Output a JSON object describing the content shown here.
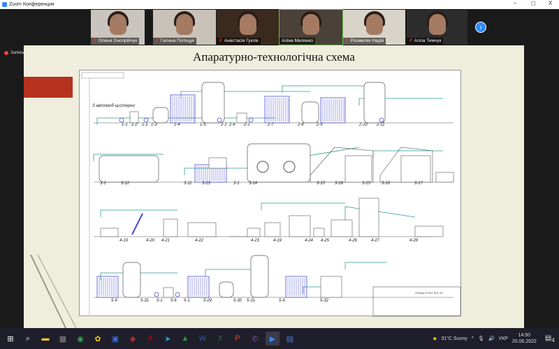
{
  "window": {
    "title": "Zoom Конференция",
    "minimize": "–",
    "maximize": "◻",
    "close": "X"
  },
  "participants": [
    {
      "name": "Олена Онопрійчук",
      "muted": true
    },
    {
      "name": "Галина Поліщук",
      "muted": true
    },
    {
      "name": "Анастасія Гуклік",
      "muted": true
    },
    {
      "name": "Аліна Мелинко",
      "muted": false,
      "active": true
    },
    {
      "name": "Розмеляк Надія",
      "muted": true
    },
    {
      "name": "Алла Тимчук",
      "muted": true
    }
  ],
  "next_icon": "chevron-right-icon",
  "recording": {
    "label": "Запись"
  },
  "slide": {
    "title": "Апаратурно-технологічна схема",
    "source_label": "З автомоб-цистерни",
    "stamp_code": "201МЦ 3 ОНТ 001-14",
    "row1": [
      "1-1",
      "1-2",
      "1-1",
      "1-3",
      "1-4",
      "1-5",
      "2-1",
      "2-6",
      "2-1",
      "2-7",
      "2-8",
      "2-9",
      "2-10",
      "2-11"
    ],
    "row2": [
      "3-1",
      "3-12",
      "3-11",
      "3-13",
      "3-1",
      "3-14",
      "3-15",
      "3-16",
      "3-15",
      "3-16",
      "3-17"
    ],
    "row3": [
      "4-19",
      "4-20",
      "4-21",
      "4-22",
      "4-23",
      "4-19",
      "4-24",
      "4-25",
      "4-26",
      "4-27",
      "4-28"
    ],
    "row4": [
      "5-9",
      "5-31",
      "5-1",
      "5-6",
      "5-1",
      "5-29",
      "5-30",
      "5-31",
      "5-9",
      "5-32"
    ],
    "accent": "#2a9d8f",
    "equipment": "#4a4ad0"
  },
  "taskbar": {
    "apps": [
      "windows-start",
      "search",
      "file-explorer",
      "calculator",
      "chrome",
      "app-yellow",
      "save-app",
      "app-badge",
      "acrobat",
      "telegram",
      "app-triangle",
      "word",
      "excel",
      "powerpoint",
      "viber",
      "zoom",
      "network-app"
    ],
    "weather": "31°C  Sunny",
    "lang": "УКР",
    "time": "14:50",
    "date": "20.06.2022",
    "notifications": "4"
  }
}
